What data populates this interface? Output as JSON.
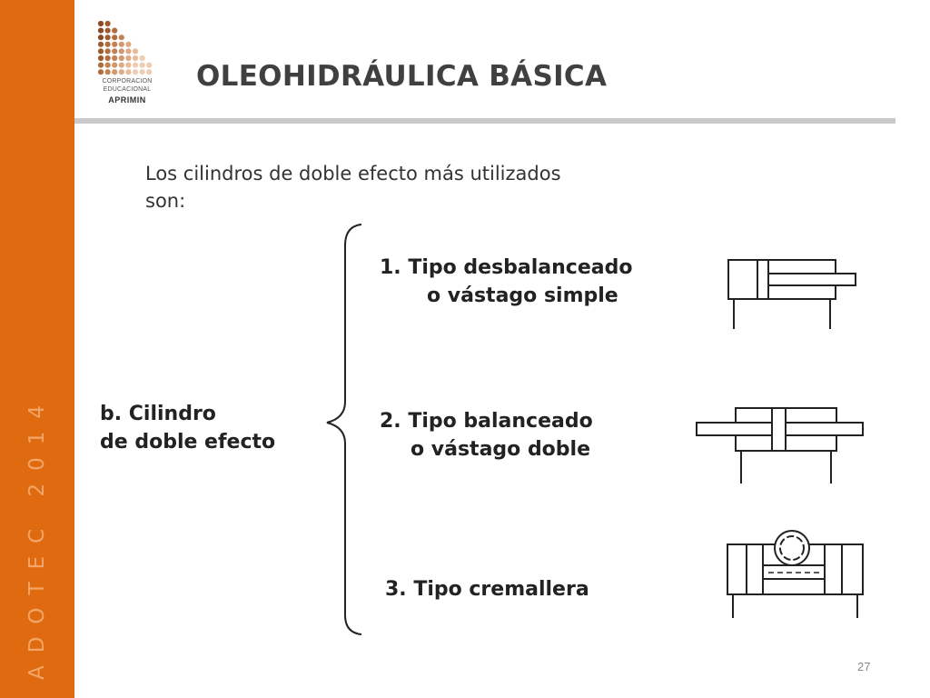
{
  "slide": {
    "title": "OLEOHIDRÁULICA BÁSICA",
    "side_text": "ADOTEC 2014",
    "page_number": "27"
  },
  "logo": {
    "line1": "CORPORACION",
    "line2": "EDUCACIONAL",
    "line3": "APRIMIN"
  },
  "intro": "Los cilindros de doble efecto más utilizados son:",
  "category": {
    "line1": "b.  Cilindro",
    "line2": "de doble efecto"
  },
  "types": [
    {
      "line1": "1.  Tipo  desbalanceado",
      "line2": "o  vástago simple"
    },
    {
      "line1": "2. Tipo balanceado",
      "line2": "o vástago doble"
    },
    {
      "line1": "3. Tipo cremallera"
    }
  ],
  "colors": {
    "sidebar": "#e06a10",
    "side_text": "#f3a567",
    "title": "#404040",
    "rule": "#c9c9c9"
  }
}
